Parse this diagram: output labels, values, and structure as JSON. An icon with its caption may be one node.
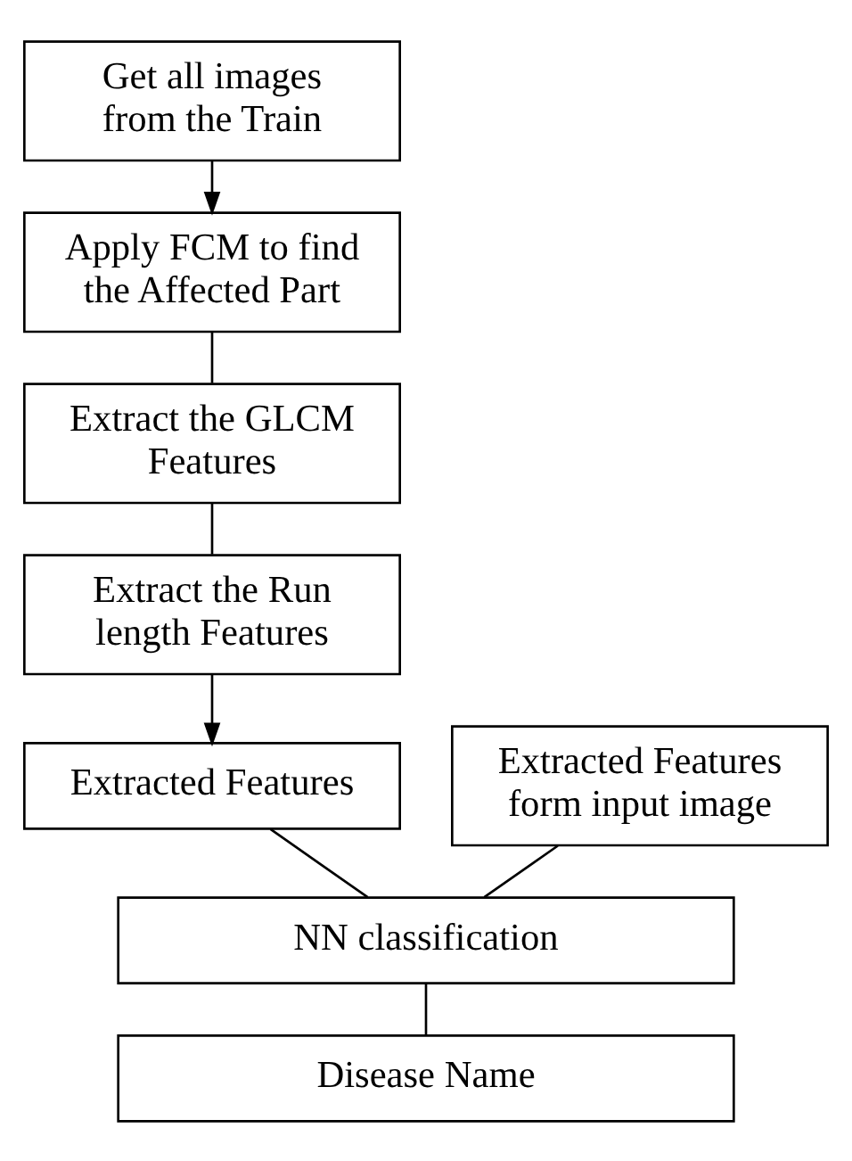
{
  "diagram": {
    "nodes": [
      {
        "text": [
          "Get all images from the Train"
        ]
      },
      {
        "text": [
          "Apply FCM to find the Affected Part"
        ]
      },
      {
        "text": [
          "Extract the GLCM Features"
        ]
      },
      {
        "text": [
          "Extract the Run length Features"
        ]
      },
      {
        "text": [
          "Extracted Features"
        ]
      },
      {
        "text": [
          "Extracted Features form input image"
        ]
      },
      {
        "text": [
          "NN classification"
        ]
      },
      {
        "text": [
          "Disease Name"
        ]
      }
    ],
    "edges": [
      {
        "from": 0,
        "to": 1,
        "arrow": "to"
      },
      {
        "from": 1,
        "to": 2,
        "arrow": "none"
      },
      {
        "from": 2,
        "to": 3,
        "arrow": "none"
      },
      {
        "from": 3,
        "to": 4,
        "arrow": "to"
      },
      {
        "from": 4,
        "to": 6,
        "arrow": "none"
      },
      {
        "from": 5,
        "to": 6,
        "arrow": "none"
      },
      {
        "from": 6,
        "to": 7,
        "arrow": "none"
      }
    ]
  }
}
